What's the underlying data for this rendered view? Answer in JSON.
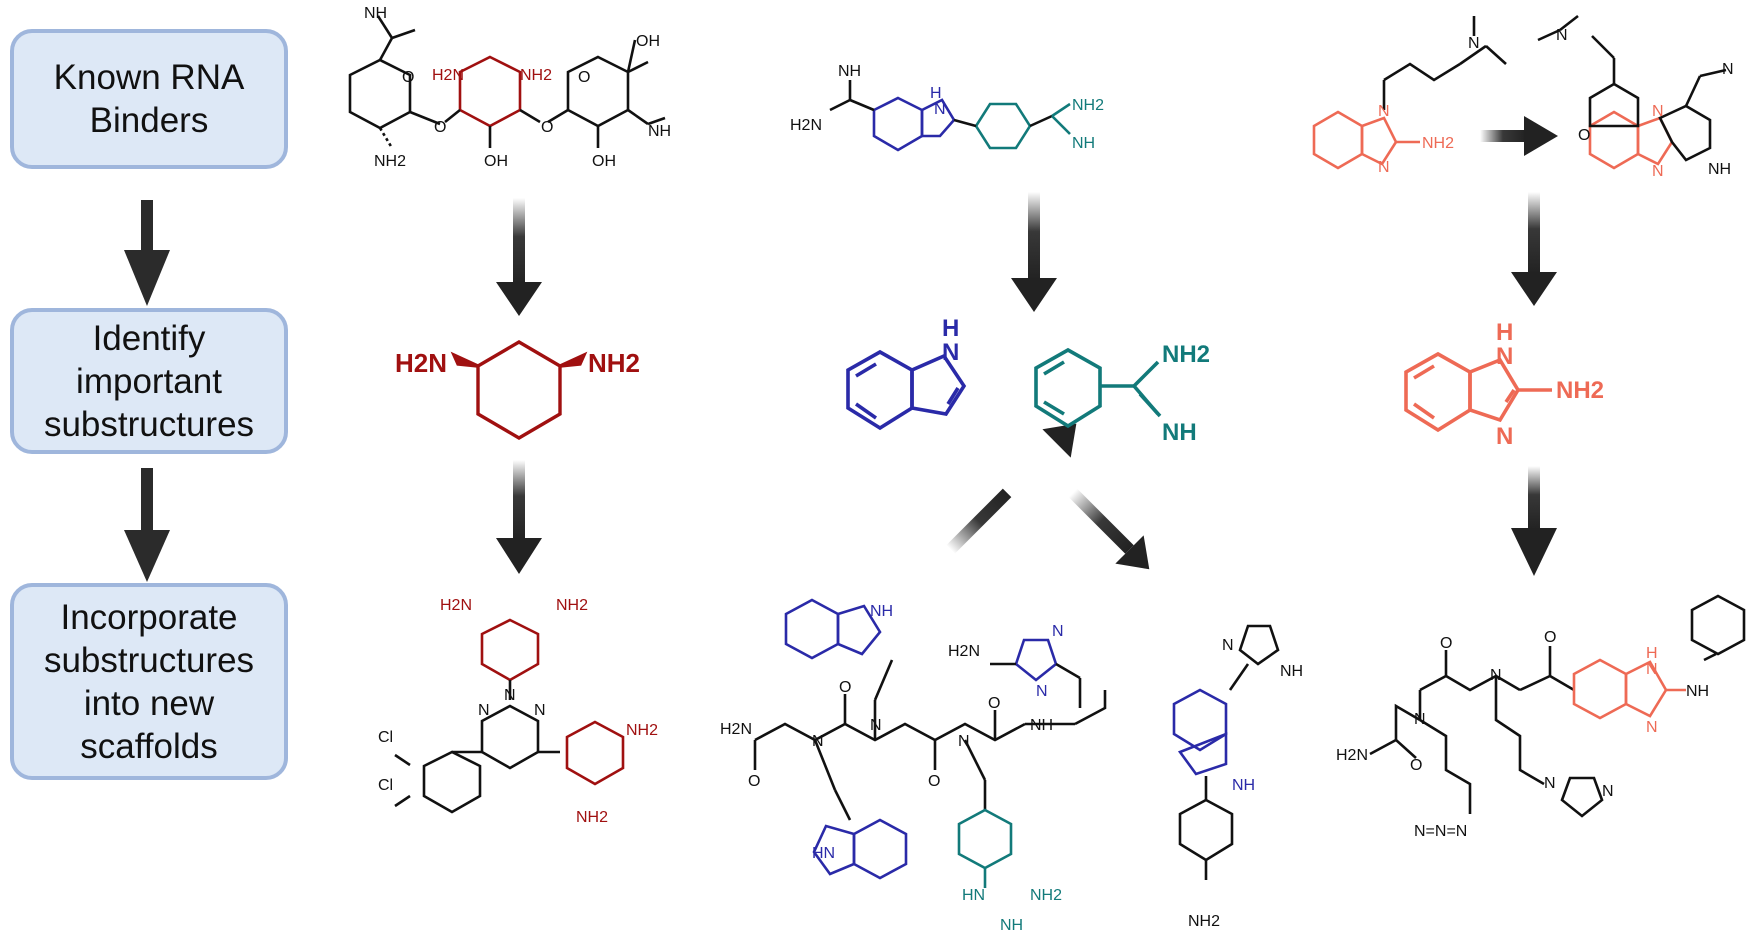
{
  "steps": [
    {
      "label": "Known RNA\nBinders"
    },
    {
      "label": "Identify\nimportant\nsubstructures"
    },
    {
      "label": "Incorporate\nsubstructures\ninto new\nscaffolds"
    }
  ],
  "atoms": {
    "H2N": "H2N",
    "NH2": "NH2",
    "NH": "NH",
    "HN": "HN",
    "H": "H",
    "N": "N",
    "O": "O",
    "OH": "OH",
    "Cl": "Cl",
    "N3": "N=N=N"
  },
  "colors": {
    "aminoglycoside": "#a01010",
    "indole": "#2a2aa8",
    "amidine": "#127a7a",
    "benzimidazole": "#ee6a55",
    "bond": "#111111",
    "box_fill": "#dde8f6",
    "box_border": "#9fb6dc"
  }
}
